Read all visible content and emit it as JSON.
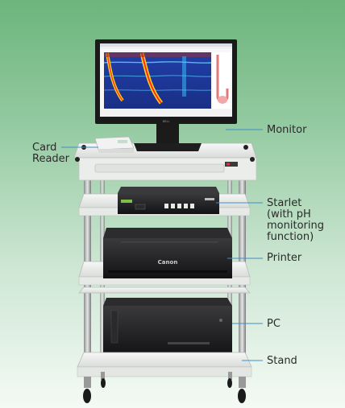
{
  "labels": {
    "monitor": "Monitor",
    "card_reader": [
      "Card",
      "Reader"
    ],
    "starlet": [
      "Starlet",
      "(with pH",
      "monitoring",
      "function)"
    ],
    "printer": "Printer",
    "pc": "PC",
    "stand": "Stand"
  },
  "device_text": {
    "monitor_brand": "DELL",
    "printer_brand": "Canon"
  },
  "colors": {
    "background_top": "#6cb47c",
    "background_bottom": "#f4faf5",
    "callout_line": "#3f8fc8",
    "cart": "#e9ebe9",
    "device_black": "#1c1c1e"
  }
}
